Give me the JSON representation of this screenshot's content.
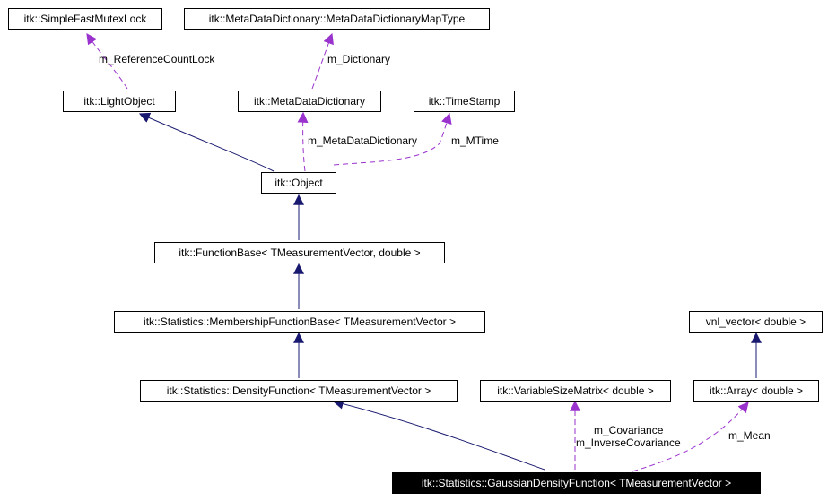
{
  "diagram": {
    "nodes": {
      "simple_fast_mutex_lock": "itk::SimpleFastMutexLock",
      "meta_data_dictionary_map_type": "itk::MetaDataDictionary::MetaDataDictionaryMapType",
      "light_object": "itk::LightObject",
      "meta_data_dictionary": "itk::MetaDataDictionary",
      "time_stamp": "itk::TimeStamp",
      "object": "itk::Object",
      "function_base": "itk::FunctionBase< TMeasurementVector, double >",
      "membership_function_base": "itk::Statistics::MembershipFunctionBase< TMeasurementVector >",
      "vnl_vector": "vnl_vector< double >",
      "density_function": "itk::Statistics::DensityFunction< TMeasurementVector >",
      "variable_size_matrix": "itk::VariableSizeMatrix< double >",
      "array": "itk::Array< double >",
      "gaussian_density_function": "itk::Statistics::GaussianDensityFunction< TMeasurementVector >"
    },
    "edge_labels": {
      "reference_count_lock": "m_ReferenceCountLock",
      "dictionary": "m_Dictionary",
      "meta_data_dictionary": "m_MetaDataDictionary",
      "mtime": "m_MTime",
      "covariance": "m_Covariance",
      "inverse_covariance": "m_InverseCovariance",
      "mean": "m_Mean"
    },
    "colors": {
      "inheritance": "#191970",
      "usage": "#9a32cd",
      "selected_fill": "#000000",
      "selected_text": "#ffffff"
    }
  }
}
